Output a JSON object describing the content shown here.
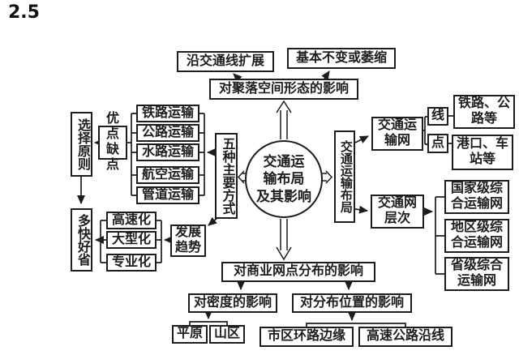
{
  "page_label": "2.5",
  "colors": {
    "ink": "#1d1d1d",
    "background": "#ffffff"
  },
  "center_topic": {
    "text": "交通运输布局及其影响",
    "lines": [
      "交通运",
      "输布局",
      "及其影响"
    ]
  },
  "settlement": {
    "impact": "对聚落空间形态的影响",
    "expand_along_lines": "沿交通线扩展",
    "unchanged_or_shrink": "基本不变或萎缩"
  },
  "modes": {
    "label": "五种主要方式",
    "items": [
      "铁路运输",
      "公路运输",
      "水路运输",
      "航空运输",
      "管道运输"
    ],
    "pros_cons": "优点缺点",
    "selection_principle": "选择原则",
    "principle": "多快好省"
  },
  "trends": {
    "label": "发展趋势",
    "items": [
      "高速化",
      "大型化",
      "专业化"
    ]
  },
  "layout_branch": {
    "label": "交通运输布局",
    "network": {
      "label": "交通运输网",
      "line": {
        "label": "线",
        "examples": "铁路、公路等"
      },
      "point": {
        "label": "点",
        "examples": "港口、车站等"
      }
    },
    "levels": {
      "label": "交通网层次",
      "items": [
        "国家级综合运输网",
        "地区级综合运输网",
        "省级综合运输网"
      ]
    }
  },
  "commerce": {
    "impact": "对商业网点分布的影响",
    "density": {
      "label": "对密度的影响",
      "items": [
        "平原",
        "山区"
      ]
    },
    "position": {
      "label": "对分布位置的影响",
      "items": [
        "市区环路边缘",
        "高速公路沿线"
      ]
    }
  }
}
